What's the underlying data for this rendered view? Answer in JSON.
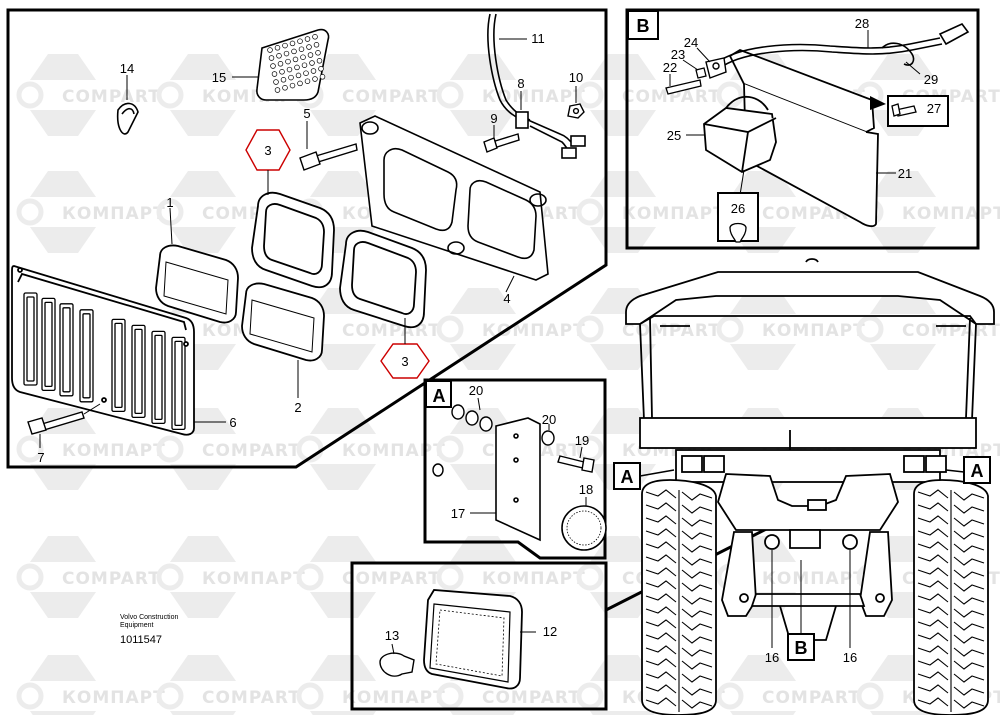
{
  "watermark": {
    "latin": "COMPART",
    "cyrillic": "КОМПАРТ"
  },
  "footer": {
    "line1": "Volvo Construction",
    "line2": "Equipment",
    "code": "1011547"
  },
  "callouts": {
    "A": "A",
    "B": "B"
  },
  "parts": {
    "p1": "1",
    "p2": "2",
    "p3": "3",
    "p4": "4",
    "p5": "5",
    "p6": "6",
    "p7": "7",
    "p8": "8",
    "p9": "9",
    "p10": "10",
    "p11": "11",
    "p12": "12",
    "p13": "13",
    "p14": "14",
    "p15": "15",
    "p16": "16",
    "p17": "17",
    "p18": "18",
    "p19": "19",
    "p20": "20",
    "p21": "21",
    "p22": "22",
    "p23": "23",
    "p24": "24",
    "p25": "25",
    "p26": "26",
    "p27": "27",
    "p28": "28",
    "p29": "29"
  },
  "colors": {
    "line": "#000000",
    "highlight": "#cc0000",
    "watermark": "#e3e3e3"
  }
}
